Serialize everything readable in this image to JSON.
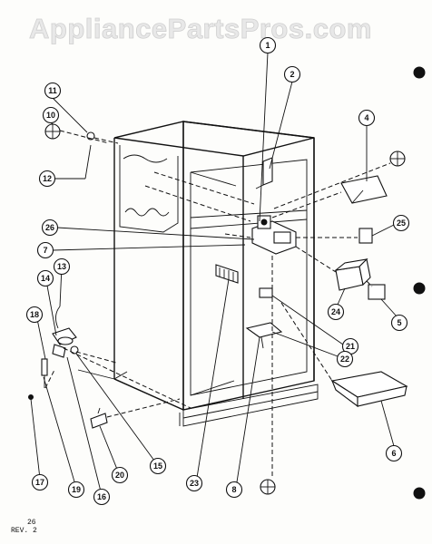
{
  "watermark": "AppliancePartsPros.com",
  "footer": {
    "page": "26",
    "rev": "REV. 2"
  },
  "callouts": [
    {
      "id": "c1",
      "label": "1"
    },
    {
      "id": "c2",
      "label": "2"
    },
    {
      "id": "c4",
      "label": "4"
    },
    {
      "id": "c11",
      "label": "11"
    },
    {
      "id": "c10",
      "label": "10"
    },
    {
      "id": "c12",
      "label": "12"
    },
    {
      "id": "c26",
      "label": "26"
    },
    {
      "id": "c7",
      "label": "7"
    },
    {
      "id": "c25",
      "label": "25"
    },
    {
      "id": "c13",
      "label": "13"
    },
    {
      "id": "c14",
      "label": "14"
    },
    {
      "id": "c18",
      "label": "18"
    },
    {
      "id": "c24",
      "label": "24"
    },
    {
      "id": "c5",
      "label": "5"
    },
    {
      "id": "c21",
      "label": "21"
    },
    {
      "id": "c22",
      "label": "22"
    },
    {
      "id": "c6",
      "label": "6"
    },
    {
      "id": "c15",
      "label": "15"
    },
    {
      "id": "c23",
      "label": "23"
    },
    {
      "id": "c8",
      "label": "8"
    },
    {
      "id": "c17",
      "label": "17"
    },
    {
      "id": "c19",
      "label": "19"
    },
    {
      "id": "c16",
      "label": "16"
    },
    {
      "id": "c20",
      "label": "20"
    }
  ]
}
